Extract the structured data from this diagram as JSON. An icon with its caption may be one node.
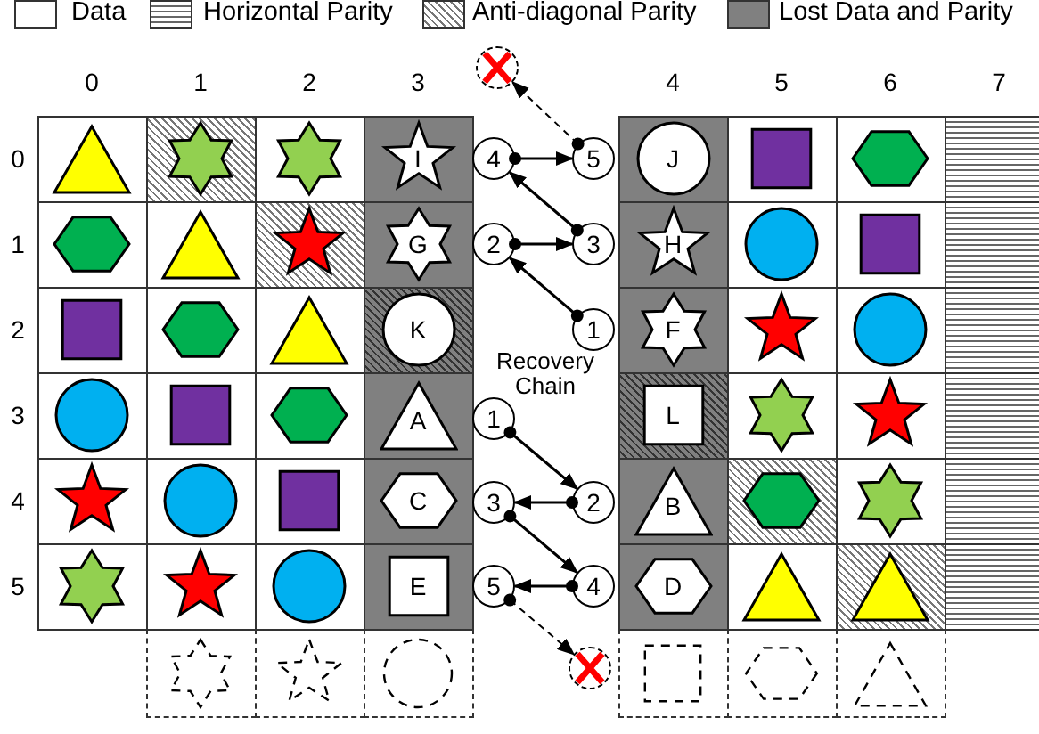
{
  "diagram": {
    "nodes": [
      {
        "text": [],
        "shape": "circle"
      },
      {
        "text": [
          "I"
        ]
      },
      {
        "text": [
          "4"
        ]
      },
      {
        "text": [
          "5"
        ]
      },
      {
        "text": [
          "J"
        ]
      },
      {
        "text": [
          "G"
        ]
      },
      {
        "text": [
          "2"
        ]
      },
      {
        "text": [
          "3"
        ]
      },
      {
        "text": [
          "H"
        ]
      },
      {
        "text": [
          "K"
        ]
      },
      {
        "text": [
          "1"
        ]
      },
      {
        "text": [
          "F"
        ]
      },
      {
        "text": [
          "A"
        ]
      },
      {
        "text": [
          "1"
        ]
      },
      {
        "text": [
          "L"
        ]
      },
      {
        "text": [
          "C"
        ]
      },
      {
        "text": [
          "3"
        ]
      },
      {
        "text": [
          "2"
        ]
      },
      {
        "text": [
          "B"
        ]
      },
      {
        "text": [
          "E"
        ]
      },
      {
        "text": [
          "5"
        ]
      },
      {
        "text": [
          "4"
        ]
      },
      {
        "text": [
          "D"
        ]
      },
      {
        "text": [],
        "shape": "circle"
      }
    ],
    "edges": [
      {
        "from": 10,
        "to": 6,
        "arrow": "to"
      },
      {
        "from": 6,
        "to": 7,
        "arrow": "to"
      },
      {
        "from": 7,
        "to": 2,
        "arrow": "to"
      },
      {
        "from": 2,
        "to": 3,
        "arrow": "to"
      },
      {
        "from": 3,
        "to": 0,
        "arrow": "to",
        "style": "dashed"
      },
      {
        "from": 13,
        "to": 17,
        "arrow": "to"
      },
      {
        "from": 17,
        "to": 16,
        "arrow": "to"
      },
      {
        "from": 16,
        "to": 21,
        "arrow": "to"
      },
      {
        "from": 21,
        "to": 20,
        "arrow": "to"
      },
      {
        "from": 20,
        "to": 23,
        "arrow": "to",
        "style": "dashed"
      }
    ],
    "labels": [
      "0",
      "1",
      "2",
      "3",
      "4",
      "5",
      "6",
      "7",
      "0",
      "1",
      "2",
      "3",
      "4",
      "5",
      "Recovery Chain"
    ],
    "legend": [
      {
        "text": "Data",
        "color": "#ffffff"
      },
      {
        "text": "Horizontal Parity"
      },
      {
        "text": "Anti-diagonal Parity"
      },
      {
        "text": "Lost Data and Parity",
        "color": "#808080"
      }
    ]
  }
}
